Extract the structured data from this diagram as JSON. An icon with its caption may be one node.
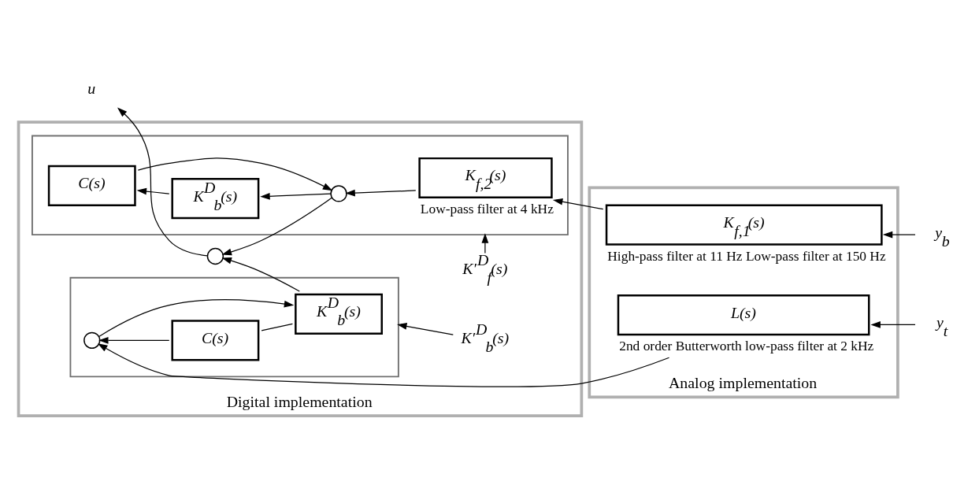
{
  "diagram": {
    "nodes": [
      {
        "text": [
          "Digital implementation"
        ]
      },
      {
        "text": [],
        "shape": "box",
        "in": 0
      },
      {
        "text": [
          "K$_{f,2}$(s)"
        ],
        "in": 1,
        "beside": [
          "Low-pass filter at 4 kHz"
        ]
      },
      {
        "text": [],
        "shape": "circle",
        "in": 1
      },
      {
        "text": [
          "K$^{D}$$_{b}$(s)"
        ],
        "in": 1
      },
      {
        "text": [
          "C(s)"
        ],
        "in": 1
      },
      {
        "text": [],
        "shape": "box",
        "in": 0
      },
      {
        "text": [
          "K$^{D}$$_{b}$(s)"
        ],
        "in": 6
      },
      {
        "text": [],
        "shape": "circle",
        "in": 6
      },
      {
        "text": [
          "C(s)"
        ],
        "in": 6
      },
      {
        "text": [],
        "shape": "circle",
        "in": 0
      },
      {
        "text": [
          "K′$^{D}$$_{f}$(s)"
        ],
        "in": 0
      },
      {
        "text": [
          "K′$^{D}$$_{b}$(s)"
        ],
        "in": 0
      },
      {
        "text": [
          "Analog implementation"
        ]
      },
      {
        "text": [
          "K$_{f,1}$(s)"
        ],
        "in": 13,
        "beside": [
          "High-pass filter at 11 Hz Low-pass filter at 150 Hz"
        ]
      },
      {
        "text": [
          "L(s)"
        ],
        "in": 13,
        "beside": [
          "2nd order Butterworth low-pass filter at 2 kHz"
        ]
      },
      {
        "text": [
          "y$_{b}$"
        ]
      },
      {
        "text": [
          "y$_{t}$"
        ]
      },
      {
        "text": [
          "u"
        ]
      }
    ],
    "edges": [
      {
        "from": 16,
        "to": 14,
        "arrow": "to"
      },
      {
        "from": 14,
        "to": 2,
        "arrow": "to"
      },
      {
        "from": 2,
        "to": 3,
        "arrow": "to"
      },
      {
        "from": 3,
        "to": 10,
        "arrow": "to"
      },
      {
        "from": 3,
        "to": 4,
        "arrow": "to"
      },
      {
        "from": 4,
        "to": 5,
        "arrow": "to"
      },
      {
        "from": 5,
        "to": 3,
        "arrow": "to"
      },
      {
        "from": 17,
        "to": 15,
        "arrow": "to"
      },
      {
        "from": 15,
        "to": 8,
        "arrow": "to"
      },
      {
        "from": 8,
        "to": 7,
        "arrow": "to"
      },
      {
        "from": 7,
        "to": 10,
        "arrow": "to"
      },
      {
        "from": 7,
        "to": 9,
        "arrow": "none"
      },
      {
        "from": 9,
        "to": 8,
        "arrow": "to"
      },
      {
        "from": 10,
        "to": 18,
        "arrow": "to"
      },
      {
        "from": 11,
        "to": 1,
        "arrow": "to"
      },
      {
        "from": 12,
        "to": 6,
        "arrow": "to"
      }
    ]
  }
}
